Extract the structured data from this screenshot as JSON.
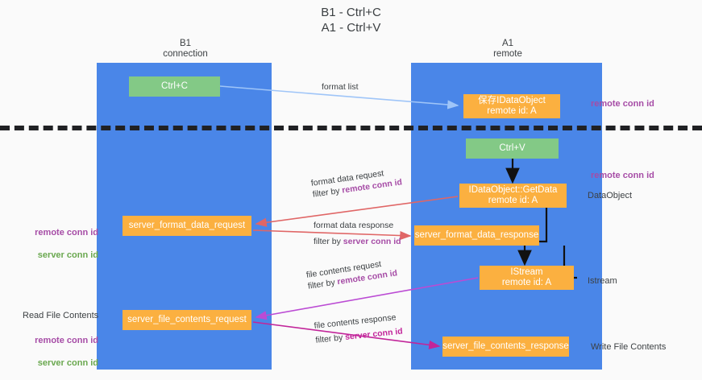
{
  "title": "B1 - Ctrl+C\nA1 - Ctrl+V",
  "columns": {
    "left": {
      "name": "B1",
      "role": "connection",
      "label": "B1\nconnection"
    },
    "right": {
      "name": "A1",
      "role": "remote",
      "label": "A1\nremote"
    }
  },
  "boxes": {
    "ctrl_c": "Ctrl+C",
    "idataobject": "保存IDataObject\nremote id: A",
    "ctrl_v": "Ctrl+V",
    "getdata": "IDataObject::GetData\nremote id: A",
    "server_format_data_request": "server_format_data_request",
    "server_format_data_response": "server_format_data_response",
    "istream": "IStream\nremote id: A",
    "server_file_contents_request": "server_file_contents_request",
    "server_file_contents_response": "server_file_contents_response"
  },
  "edges": {
    "format_list": {
      "label": "format list",
      "color": "#9fc5f8"
    },
    "format_data_request": {
      "line1": "format data request",
      "line2_prefix": "filter by ",
      "line2_id": "remote conn id",
      "color": "#e06666"
    },
    "format_data_response": {
      "line1": "format data response",
      "line2_prefix": "filter by ",
      "line2_id": "server conn id",
      "color": "#e06666"
    },
    "file_contents_request": {
      "line1": "file contents request",
      "line2_prefix": "filter by ",
      "line2_id": "remote conn id",
      "color": "#bb4bd4"
    },
    "file_contents_response": {
      "line1": "file contents response",
      "line2_prefix": "filter by ",
      "line2_id": "server conn id",
      "color": "#c2259a"
    }
  },
  "side_labels": {
    "right_remote_conn_id_top": "remote conn id",
    "right_remote_conn_id_mid": "remote conn id",
    "right_dataobject": "DataObject",
    "right_istream": "Istream",
    "right_write_file_contents": "Write File Contents",
    "left_remote_conn_id_1": "remote conn id",
    "left_server_conn_id_1": "server conn id",
    "left_read_file_contents": "Read File Contents",
    "left_remote_conn_id_2": "remote conn id",
    "left_server_conn_id_2": "server conn id"
  },
  "colors": {
    "lane": "#4a86e8",
    "green_box": "#83c986",
    "orange_box": "#fbb040",
    "divider": "#202124",
    "remote_conn_id": "#a64ca6",
    "server_conn_id": "#6aa84f",
    "arrow_red": "#e06666",
    "arrow_blue": "#9fc5f8",
    "arrow_magenta": "#c2259a",
    "background": "#fafafa"
  }
}
